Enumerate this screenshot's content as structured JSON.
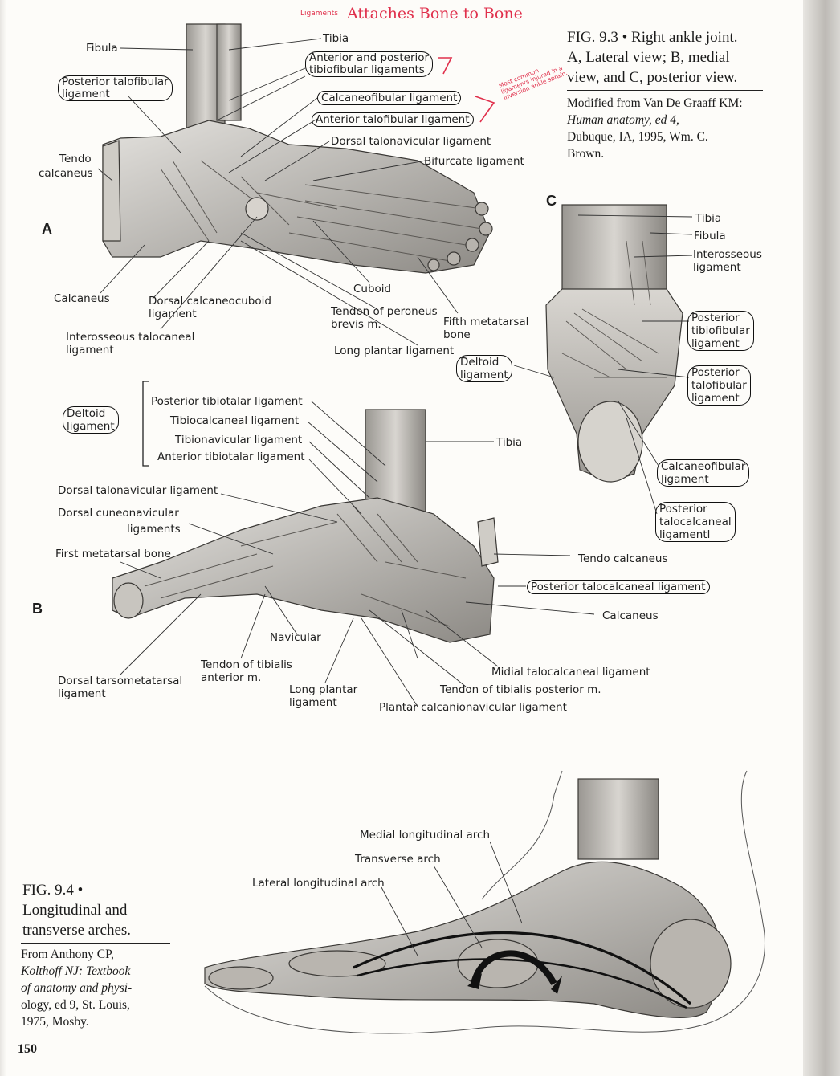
{
  "annotations": {
    "header_small": "Ligaments",
    "header_big": "Attaches Bone to Bone",
    "side_note": "Most common ligaments injured in a inversion ankle sprain."
  },
  "fig93": {
    "caption_title": "FIG. 9.3 • Right ankle joint. A, Lateral view; B, medial view, and C, posterior view.",
    "caption_title_lines": [
      "FIG. 9.3 • Right ankle joint.",
      "A, Lateral view; B, medial",
      "view, and C, posterior view."
    ],
    "source_lines": [
      "Modified from Van De Graaff KM:",
      "Human anatomy, ed 4,",
      "Dubuque, IA, 1995, Wm. C.",
      "Brown."
    ]
  },
  "panel_a": {
    "letter": "A",
    "labels": {
      "fibula": "Fibula",
      "tibia": "Tibia",
      "ant_post_tibiofibular_1": "Anterior and posterior",
      "ant_post_tibiofibular_2": "tibiofibular ligaments",
      "post_talofibular_1": "Posterior talofibular",
      "post_talofibular_2": "ligament",
      "calcaneofibular": "Calcaneofibular ligament",
      "ant_talofibular": "Anterior talofibular ligament",
      "dorsal_talonavicular": "Dorsal talonavicular ligament",
      "bifurcate": "Bifurcate ligament",
      "tendo_calcaneus_1": "Tendo",
      "tendo_calcaneus_2": "calcaneus",
      "calcaneus": "Calcaneus",
      "dorsal_calcaneocuboid_1": "Dorsal calcaneocuboid",
      "dorsal_calcaneocuboid_2": "ligament",
      "interosseous_talocaneal_1": "Interosseous talocaneal",
      "interosseous_talocaneal_2": "ligament",
      "cuboid": "Cuboid",
      "peroneus_1": "Tendon of peroneus",
      "peroneus_2": "brevis m.",
      "fifth_metatarsal_1": "Fifth metatarsal",
      "fifth_metatarsal_2": "bone",
      "long_plantar": "Long plantar ligament"
    }
  },
  "panel_b": {
    "letter": "B",
    "labels": {
      "deltoid_1": "Deltoid",
      "deltoid_2": "ligament",
      "post_tibiotalar": "Posterior tibiotalar ligament",
      "tibiocalcaneal": "Tibiocalcaneal ligament",
      "tibionavicular": "Tibionavicular ligament",
      "ant_tibiotalar": "Anterior tibiotalar ligament",
      "tibia": "Tibia",
      "dorsal_talonavicular": "Dorsal talonavicular ligament",
      "dorsal_cuneonavicular_1": "Dorsal cuneonavicular",
      "dorsal_cuneonavicular_2": "ligaments",
      "first_metatarsal": "First metatarsal bone",
      "tendo_calcaneus": "Tendo calcaneus",
      "post_talocalcaneal": "Posterior talocalcaneal ligament",
      "calcaneus": "Calcaneus",
      "navicular": "Navicular",
      "tibialis_anterior_1": "Tendon of tibialis",
      "tibialis_anterior_2": "anterior m.",
      "dorsal_tarsometatarsal_1": "Dorsal tarsometatarsal",
      "dorsal_tarsometatarsal_2": "ligament",
      "long_plantar_1": "Long plantar",
      "long_plantar_2": "ligament",
      "medial_talocalcaneal": "Midial talocalcaneal ligament",
      "tibialis_posterior": "Tendon of tibialis posterior m.",
      "plantar_calcaneonavicular": "Plantar calcanionavicular ligament"
    }
  },
  "panel_c": {
    "letter": "C",
    "labels": {
      "tibia": "Tibia",
      "fibula": "Fibula",
      "interosseous_1": "Interosseous",
      "interosseous_2": "ligament",
      "post_tibiofibular_1": "Posterior",
      "post_tibiofibular_2": "tibiofibular",
      "post_tibiofibular_3": "ligament",
      "post_talofibular_1": "Posterior",
      "post_talofibular_2": "talofibular",
      "post_talofibular_3": "ligament",
      "deltoid_1": "Deltoid",
      "deltoid_2": "ligament",
      "calcaneofibular_1": "Calcaneofibular",
      "calcaneofibular_2": "ligament",
      "post_talocalcaneal_1": "Posterior",
      "post_talocalcaneal_2": "talocalcaneal",
      "post_talocalcaneal_3": "ligamentl"
    }
  },
  "fig94": {
    "caption_lines": [
      "FIG. 9.4 •",
      "Longitudinal and",
      "transverse arches."
    ],
    "source_lines": [
      "From Anthony CP,",
      "Kolthoff NJ: Textbook",
      "of anatomy and physi-",
      "ology, ed 9, St. Louis,",
      "1975, Mosby."
    ],
    "labels": {
      "medial_arch": "Medial longitudinal arch",
      "transverse_arch": "Transverse arch",
      "lateral_arch": "Lateral longitudinal arch"
    }
  },
  "page_number": "150",
  "colors": {
    "annotation_red": "#e0304c",
    "ink": "#1e1e1e",
    "bone": "#c9c6c0"
  }
}
